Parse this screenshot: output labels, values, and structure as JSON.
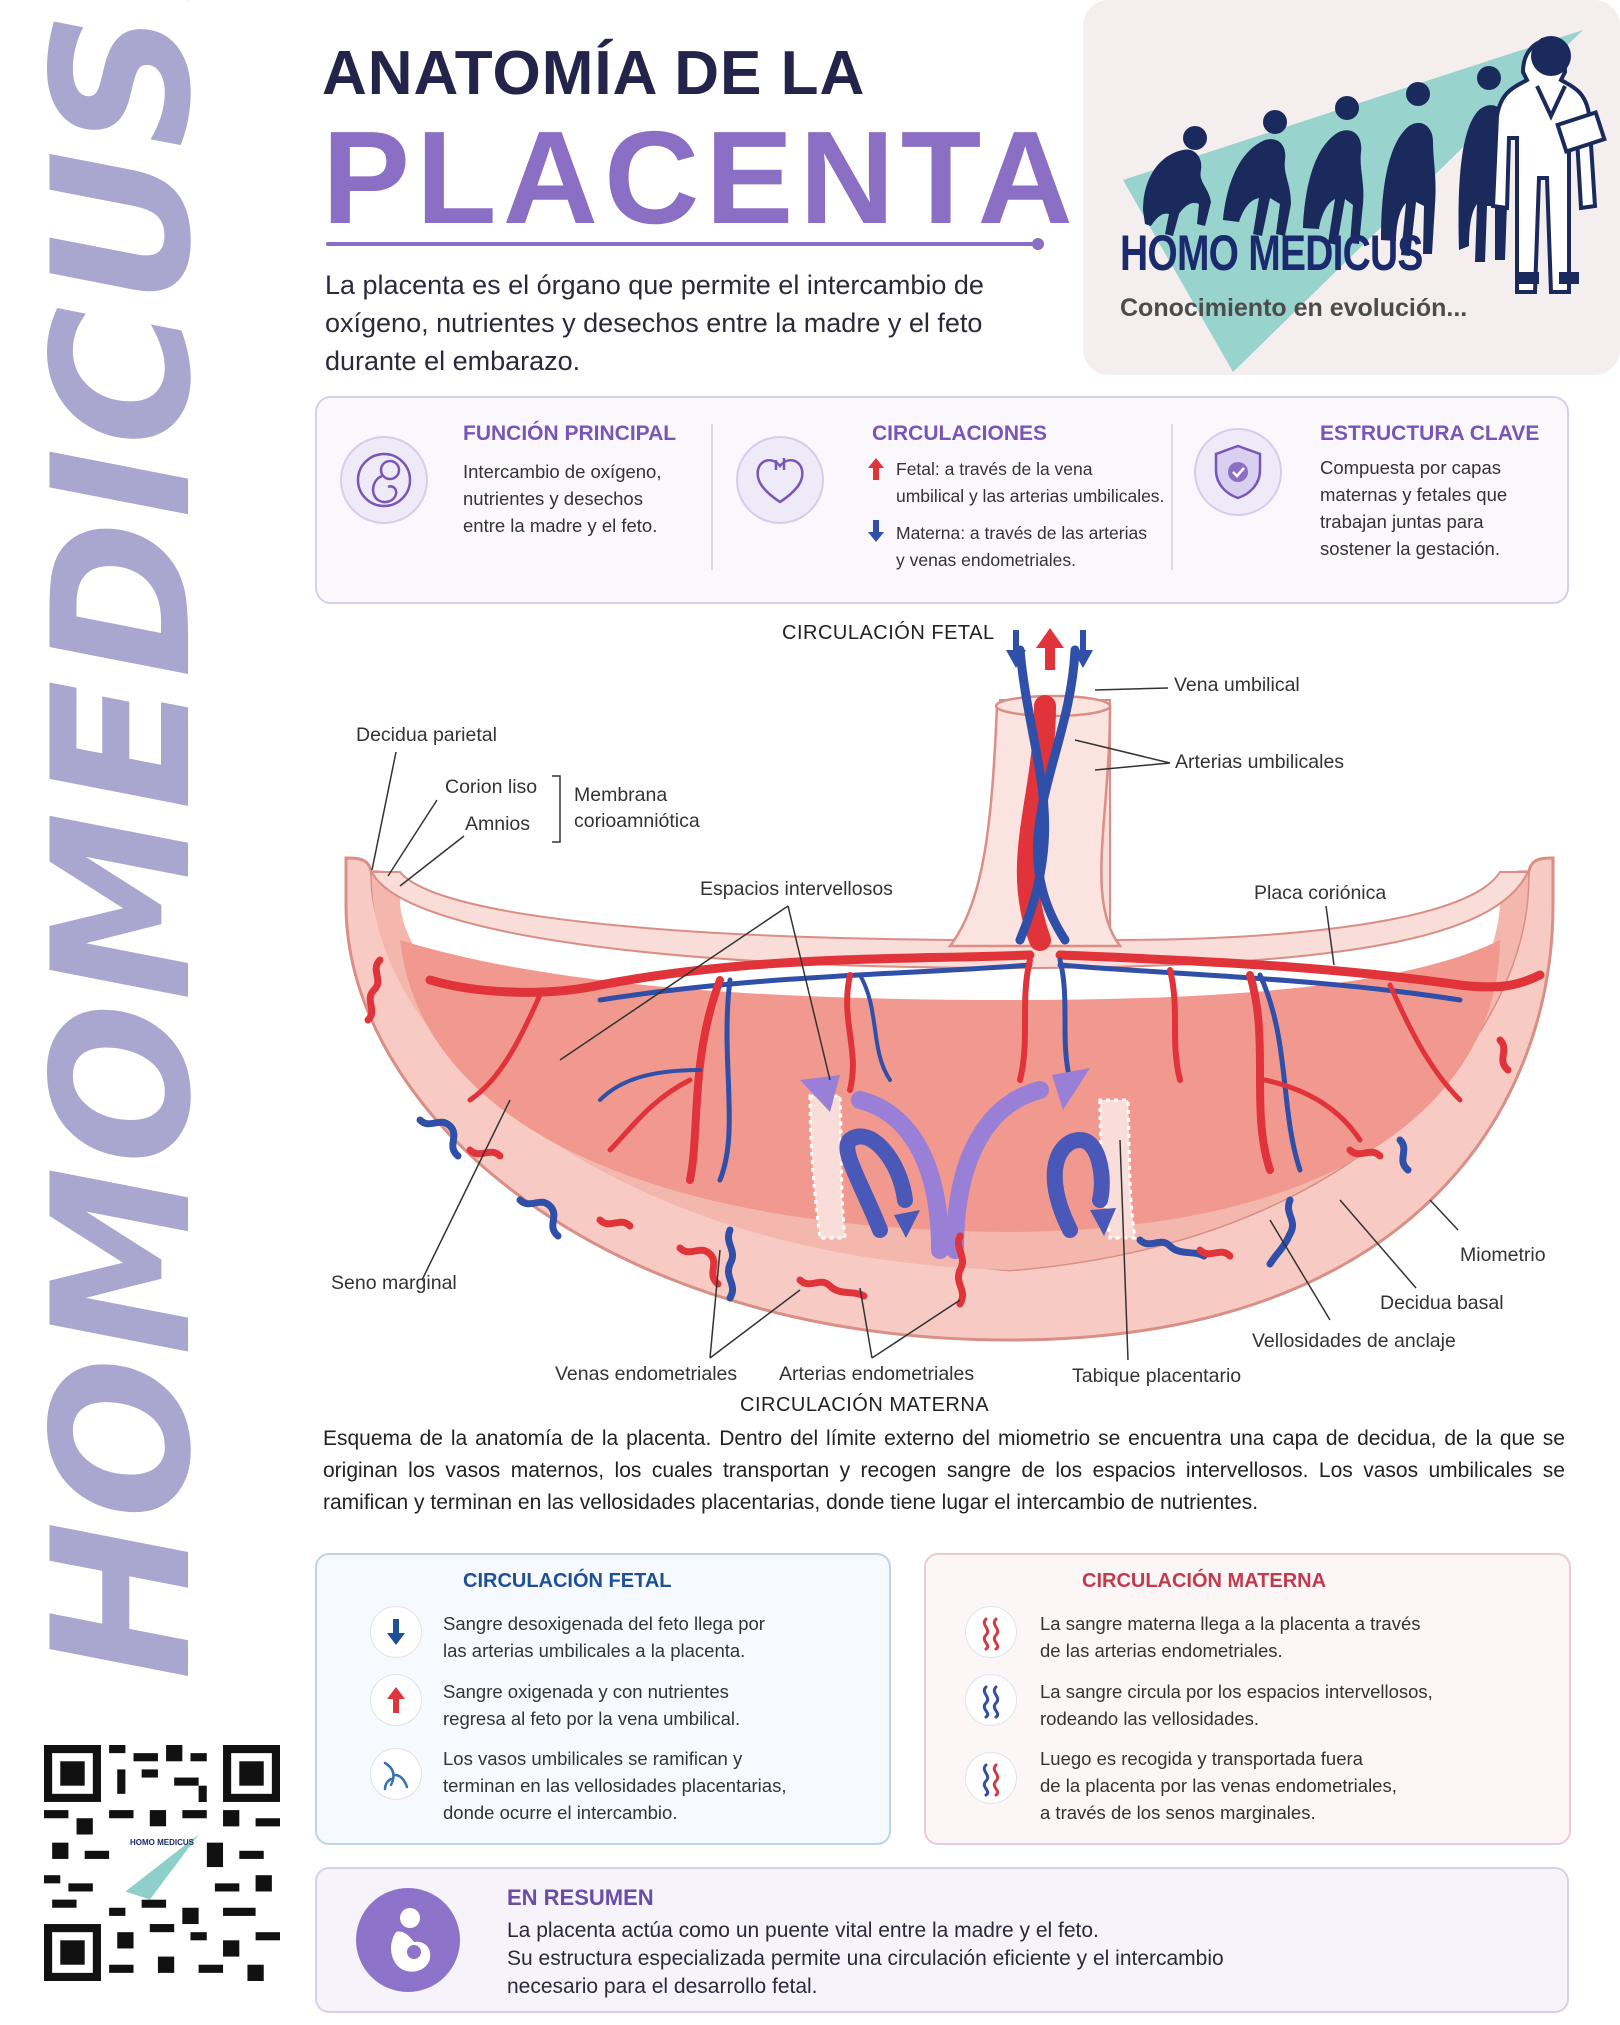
{
  "side_watermark": "HOMOMEDICUS.COM",
  "header": {
    "title_line1": "ANATOMÍA DE LA",
    "title_line2": "PLACENTA",
    "intro": "La placenta es el órgano que permite el intercambio de oxígeno, nutrientes y desechos entre la madre y el feto durante el embarazo."
  },
  "logo": {
    "name": "HOMO MEDICUS",
    "tagline": "Conocimiento en evolución..."
  },
  "info": {
    "function": {
      "icon": "fetus-icon",
      "title": "FUNCIÓN PRINCIPAL",
      "lines": [
        "Intercambio de oxígeno,",
        "nutrientes y desechos",
        "entre la madre y el feto."
      ]
    },
    "circulations": {
      "icon": "heart-icon",
      "title": "CIRCULACIONES",
      "fetal_lines": [
        "Fetal: a través de la vena",
        "umbilical y las arterias umbilicales."
      ],
      "maternal_lines": [
        "Materna: a través de las arterias",
        "y venas endometriales."
      ]
    },
    "structure": {
      "icon": "shield-check-icon",
      "title": "ESTRUCTURA CLAVE",
      "lines": [
        "Compuesta por capas",
        "maternas y fetales que",
        "trabajan juntas para",
        "sostener la gestación."
      ]
    }
  },
  "diagram": {
    "top_label": "CIRCULACIÓN FETAL",
    "bottom_label": "CIRCULACIÓN MATERNA",
    "labels": {
      "vena_umbilical": "Vena umbilical",
      "arterias_umbilicales": "Arterias umbilicales",
      "decidua_parietal": "Decidua parietal",
      "corion_liso": "Corion liso",
      "amnios": "Amnios",
      "membrana_line1": "Membrana",
      "membrana_line2": "corioamniótica",
      "espacios": "Espacios intervellosos",
      "placa": "Placa coriónica",
      "seno": "Seno marginal",
      "miometrio": "Miometrio",
      "decidua_basal": "Decidua basal",
      "vellosidades": "Vellosidades de anclaje",
      "venas_endo": "Venas endometriales",
      "arterias_endo": "Arterias endometriales",
      "tabique": "Tabique placentario"
    },
    "colors": {
      "artery": "#e0343a",
      "vein": "#2f4fa8",
      "tissue": "#f6c9c3",
      "space": "#f3a49c"
    }
  },
  "caption": "Esquema de la anatomía de la placenta. Dentro del límite externo del miometrio se encuentra una capa de decidua, de la que se originan los vasos maternos, los cuales transportan y recogen sangre de los espacios intervellosos. Los vasos umbilicales se ramifican y terminan en las vellosidades placentarias, donde tiene lugar el intercambio de nutrientes.",
  "fetal_circulation": {
    "title": "CIRCULACIÓN FETAL",
    "items": [
      {
        "icon": "arrow-down-icon",
        "lines": [
          "Sangre desoxigenada del feto llega por",
          "las arterias umbilicales a la placenta."
        ]
      },
      {
        "icon": "arrow-up-icon",
        "lines": [
          "Sangre oxigenada y con nutrientes",
          "regresa al feto por la vena umbilical."
        ]
      },
      {
        "icon": "branch-icon",
        "lines": [
          "Los vasos umbilicales se ramifican y",
          "terminan en las vellosidades placentarias,",
          "donde ocurre el intercambio."
        ]
      }
    ]
  },
  "maternal_circulation": {
    "title": "CIRCULACIÓN MATERNA",
    "items": [
      {
        "icon": "vessels-red-icon",
        "lines": [
          "La sangre materna llega a la placenta a través",
          "de las arterias endometriales."
        ]
      },
      {
        "icon": "vessels-blue-icon",
        "lines": [
          "La sangre circula por los espacios intervellosos,",
          "rodeando las vellosidades."
        ]
      },
      {
        "icon": "vessels-mixed-icon",
        "lines": [
          "Luego es recogida y transportada fuera",
          "de la placenta por las venas endometriales,",
          "a través de los senos marginales."
        ]
      }
    ]
  },
  "summary": {
    "icon": "mother-child-icon",
    "title": "EN RESUMEN",
    "lines": [
      "La placenta actúa como un puente vital entre la madre y el feto.",
      "Su estructura especializada permite una circulación eficiente y el intercambio",
      "necesario para el desarrollo fetal."
    ]
  },
  "qr": {
    "logo_text": "HOMO MEDICUS"
  }
}
